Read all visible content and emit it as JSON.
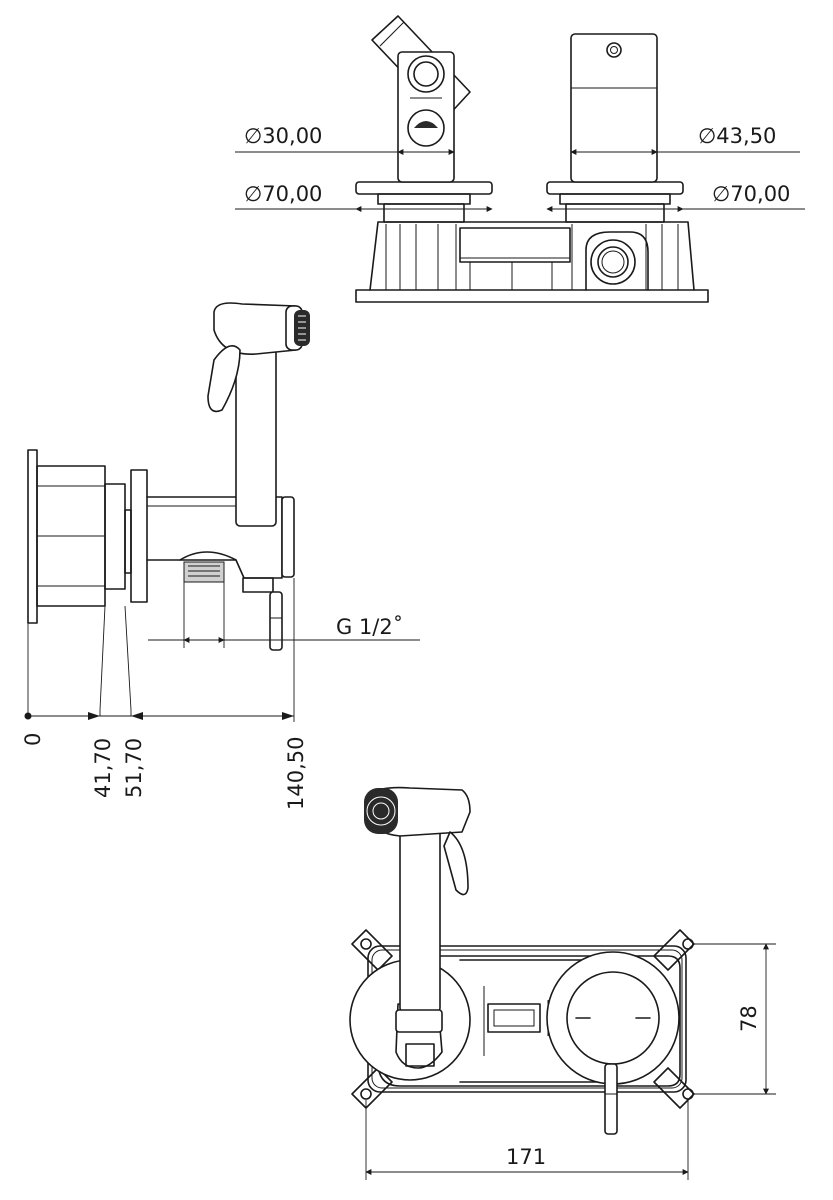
{
  "top_view": {
    "dim_left_small": "∅30,00",
    "dim_right_small": "∅43,50",
    "dim_left_large": "∅70,00",
    "dim_right_large": "∅70,00"
  },
  "side_view": {
    "thread_label": "G 1/2˚",
    "offsets": [
      "0",
      "41,70",
      "51,70",
      "140,50"
    ]
  },
  "front_view": {
    "height": "78",
    "width": "171"
  }
}
